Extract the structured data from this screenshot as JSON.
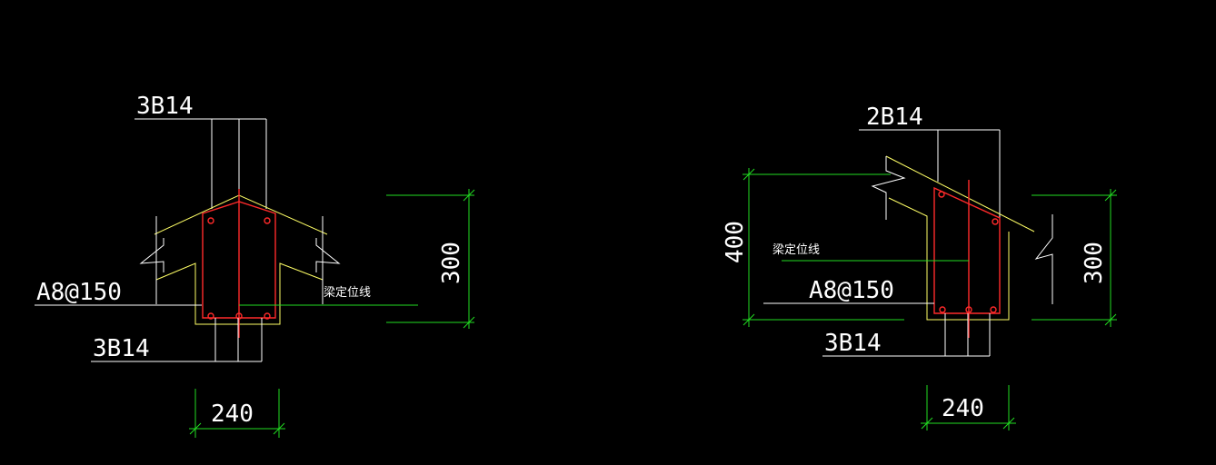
{
  "colors": {
    "background": "#000000",
    "text": "#ffffff",
    "outline": "#ffff66",
    "rebar": "#ff2a2a",
    "dimension": "#22dd22"
  },
  "left_section": {
    "top_bar_label": "3B14",
    "stirrup_label": "A8@150",
    "bottom_bar_label": "3B14",
    "locator_label": "梁定位线",
    "height_dim": "300",
    "width_dim": "240"
  },
  "right_section": {
    "top_bar_label": "2B14",
    "stirrup_label": "A8@150",
    "bottom_bar_label": "3B14",
    "locator_label": "梁定位线",
    "left_height_dim": "400",
    "height_dim": "300",
    "width_dim": "240"
  }
}
